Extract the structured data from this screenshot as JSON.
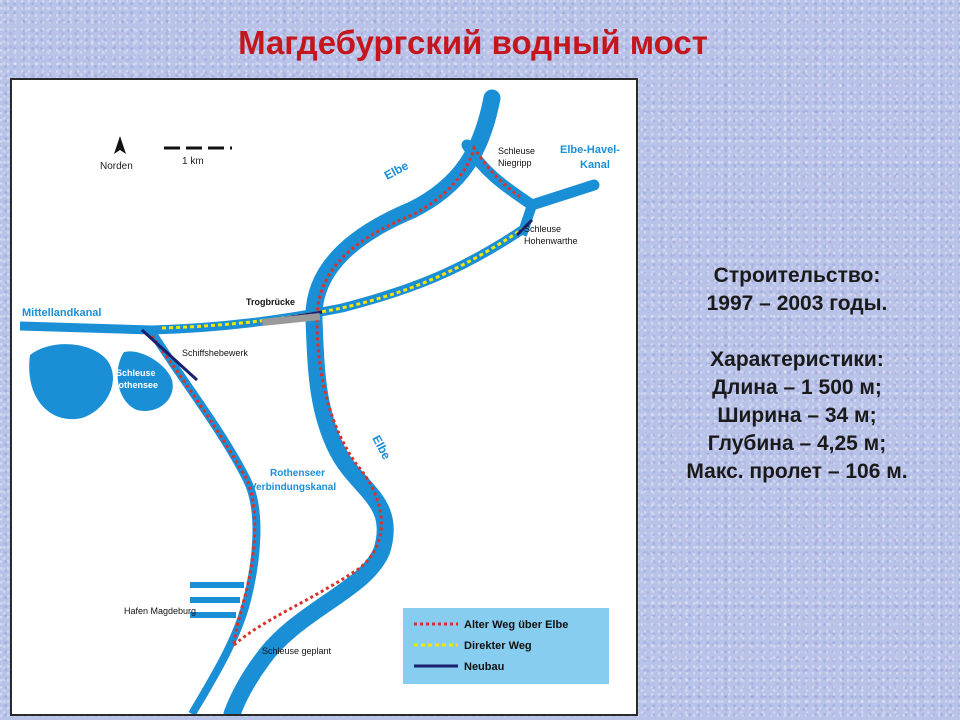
{
  "title": "Магдебургский водный мост",
  "info": {
    "construction_heading": "Строительство:",
    "construction_years": "1997 – 2003 годы.",
    "specs_heading": "Характеристики:",
    "specs": [
      "Длина – 1 500  м;",
      "Ширина – 34 м;",
      "Глубина – 4,25 м;",
      "Макс. пролет – 106 м."
    ]
  },
  "map": {
    "north_label": "Norden",
    "scale_label": "1 km",
    "places": {
      "elbe_upper": "Elbe",
      "elbe_lower": "Elbe",
      "elbe_havel_kanal_line1": "Elbe-Havel-",
      "elbe_havel_kanal_line2": "Kanal",
      "schleuse_niegripp_line1": "Schleuse",
      "schleuse_niegripp_line2": "Niegripp",
      "schleuse_hohenwarthe_line1": "Schleuse",
      "schleuse_hohenwarthe_line2": "Hohenwarthe",
      "trogbruecke": "Trogbrücke",
      "mittellandkanal": "Mittellandkanal",
      "schiffshebewerk": "Schiffshebewerk",
      "schleuse_rothensee_line1": "Schleuse",
      "schleuse_rothensee_line2": "Rothensee",
      "verbindungskanal_line1": "Rothenseer",
      "verbindungskanal_line2": "Verbindungskanal",
      "hafen_magdeburg": "Hafen Magdeburg",
      "schleuse_geplant": "Schleuse geplant"
    },
    "legend": [
      {
        "label": "Alter Weg über Elbe",
        "color": "#d9322b",
        "style": "dotted"
      },
      {
        "label": "Direkter Weg",
        "color": "#f2e600",
        "style": "dotted"
      },
      {
        "label": "Neubau",
        "color": "#1a1f6e",
        "style": "solid"
      }
    ],
    "colors": {
      "water": "#1a8fd6",
      "label_blue": "#1a8fd6",
      "legend_bg": "#87cdf0"
    }
  }
}
